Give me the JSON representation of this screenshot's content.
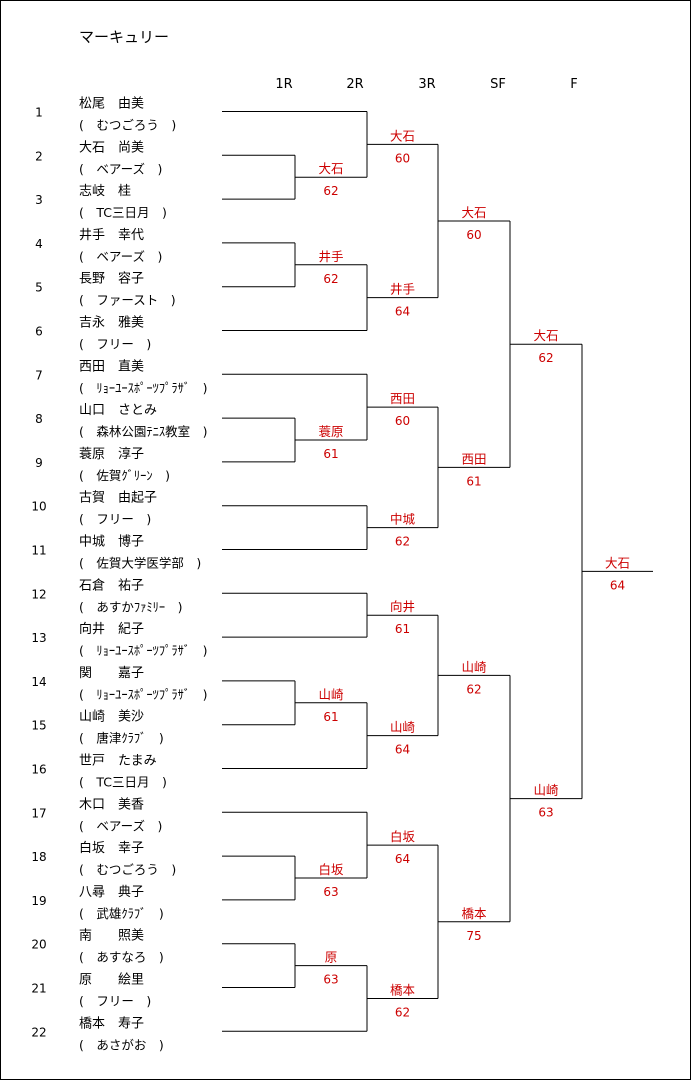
{
  "title": "マーキュリー",
  "rounds": [
    "1R",
    "2R",
    "3R",
    "SF",
    "F"
  ],
  "winner_color": "#cc0000",
  "players": [
    {
      "seed": "1",
      "name": "松尾　由美",
      "club": "(　むつごろう　)"
    },
    {
      "seed": "2",
      "name": "大石　尚美",
      "club": "(　ベアーズ　)"
    },
    {
      "seed": "3",
      "name": "志岐　桂",
      "club": "(　TC三日月　)"
    },
    {
      "seed": "4",
      "name": "井手　幸代",
      "club": "(　ベアーズ　)"
    },
    {
      "seed": "5",
      "name": "長野　容子",
      "club": "(　ファースト　)"
    },
    {
      "seed": "6",
      "name": "吉永　雅美",
      "club": "(　フリー　)"
    },
    {
      "seed": "7",
      "name": "西田　直美",
      "club": "(　ﾘｮｰﾕｰｽﾎﾟｰﾂﾌﾟﾗｻﾞ　)"
    },
    {
      "seed": "8",
      "name": "山口　さとみ",
      "club": "(　森林公園ﾃﾆｽ教室　)"
    },
    {
      "seed": "9",
      "name": "蓑原　淳子",
      "club": "(　佐賀ｸﾞﾘｰﾝ　)"
    },
    {
      "seed": "10",
      "name": "古賀　由起子",
      "club": "(　フリー　)"
    },
    {
      "seed": "11",
      "name": "中城　博子",
      "club": "(　佐賀大学医学部　)"
    },
    {
      "seed": "12",
      "name": "石倉　祐子",
      "club": "(　あすかﾌｧﾐﾘｰ　)"
    },
    {
      "seed": "13",
      "name": "向井　紀子",
      "club": "(　ﾘｮｰﾕｰｽﾎﾟｰﾂﾌﾟﾗｻﾞ　)"
    },
    {
      "seed": "14",
      "name": "関　　嘉子",
      "club": "(　ﾘｮｰﾕｰｽﾎﾟｰﾂﾌﾟﾗｻﾞ　)"
    },
    {
      "seed": "15",
      "name": "山崎　美沙",
      "club": "(　唐津ｸﾗﾌﾞ　)"
    },
    {
      "seed": "16",
      "name": "世戸　たまみ",
      "club": "(　TC三日月　)"
    },
    {
      "seed": "17",
      "name": "木口　美香",
      "club": "(　ベアーズ　)"
    },
    {
      "seed": "18",
      "name": "白坂　幸子",
      "club": "(　むつごろう　)"
    },
    {
      "seed": "19",
      "name": "八尋　典子",
      "club": "(　武雄ｸﾗﾌﾞ　)"
    },
    {
      "seed": "20",
      "name": "南　　照美",
      "club": "(　あすなろ　)"
    },
    {
      "seed": "21",
      "name": "原　　絵里",
      "club": "(　フリー　)"
    },
    {
      "seed": "22",
      "name": "橋本　寿子",
      "club": "(　あさがお　)"
    }
  ],
  "results": {
    "r1": [
      {
        "name": "大石",
        "score": "62"
      },
      {
        "name": "井手",
        "score": "62"
      },
      {
        "name": "蓑原",
        "score": "61"
      },
      {
        "name": "山崎",
        "score": "61"
      },
      {
        "name": "白坂",
        "score": "63"
      },
      {
        "name": "原",
        "score": "63"
      }
    ],
    "r2": [
      {
        "name": "大石",
        "score": "60"
      },
      {
        "name": "井手",
        "score": "64"
      },
      {
        "name": "西田",
        "score": "60"
      },
      {
        "name": "中城",
        "score": "62"
      },
      {
        "name": "向井",
        "score": "61"
      },
      {
        "name": "山崎",
        "score": "64"
      },
      {
        "name": "白坂",
        "score": "64"
      },
      {
        "name": "橋本",
        "score": "62"
      }
    ],
    "r3": [
      {
        "name": "大石",
        "score": "60"
      },
      {
        "name": "西田",
        "score": "61"
      },
      {
        "name": "山崎",
        "score": "62"
      },
      {
        "name": "橋本",
        "score": "75"
      }
    ],
    "sf": [
      {
        "name": "大石",
        "score": "62"
      },
      {
        "name": "山崎",
        "score": "63"
      }
    ],
    "f": [
      {
        "name": "大石",
        "score": "64"
      }
    ]
  }
}
